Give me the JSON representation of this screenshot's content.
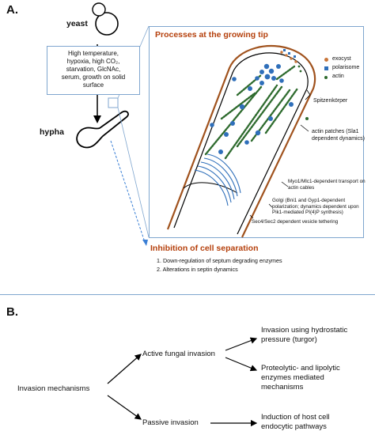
{
  "panel_a": {
    "label": "A.",
    "yeast_label": "yeast",
    "hypha_label": "hypha",
    "conditions_lines": [
      "High temperature,",
      "hypoxia,  high CO₂,",
      "starvation, GlcNAc,",
      "serum, growth on solid",
      "surface"
    ],
    "processes_title": "Processes at the growing tip",
    "legend": [
      {
        "label": "exocyst",
        "color": "#c9763a"
      },
      {
        "label": "polarisome",
        "color": "#2f6fba"
      },
      {
        "label": "actin",
        "color": "#2e6b2e"
      }
    ],
    "annotations": {
      "spitzenkorper": "Spitzenkörper",
      "actin_patches": [
        "actin patches (Sla1",
        "dependent dynamics)"
      ],
      "myo1": [
        "Myo1/Mlc1-dependent transport on",
        "actin cables"
      ],
      "golgi": [
        "Golgi (Bni1 and Gyp1-dependent",
        "polarization; dynamics dependent upon",
        "Pik1-mediated PI(4)P synthesis)"
      ],
      "sec4": "Sec4/Sec2 dependent vesicle tethering"
    },
    "inhibition_title": "Inhibition of cell separation",
    "inhibition_items": [
      "1.   Down-regulation of septum degrading enzymes",
      "2.   Alterations in septin dynamics"
    ]
  },
  "panel_b": {
    "label": "B.",
    "root": "Invasion mechanisms",
    "active": "Active fungal invasion",
    "passive": "Passive invasion",
    "hydrostatic": [
      "Invasion using hydrostatic",
      "pressure (turgor)"
    ],
    "proteolytic": [
      "Proteolytic- and lipolytic",
      "enzymes mediated",
      "mechanisms"
    ],
    "endocytic": [
      "Induction of host cell",
      "endocytic pathways"
    ]
  },
  "colors": {
    "box_border": "#7fa6cf",
    "title_orange": "#b5400c",
    "wall_brown": "#a0521d",
    "vesicle_blue": "#2f6fba",
    "actin_green": "#2e6b2e",
    "dashed_arrow": "#3a7fd5"
  }
}
